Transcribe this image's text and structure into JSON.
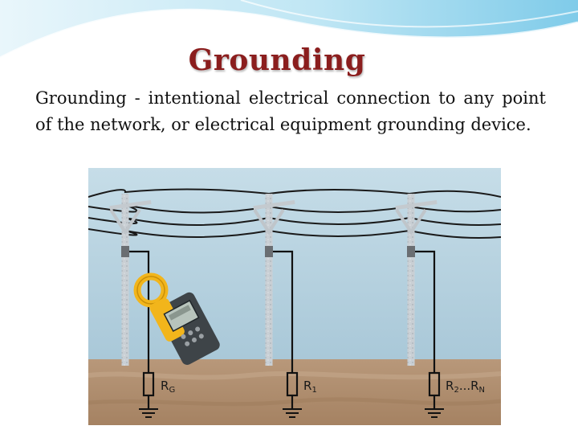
{
  "slide": {
    "title": "Grounding",
    "body": "Grounding - intentional electrical connection to any point of the network, or electrical equipment grounding device."
  },
  "diagram": {
    "resistors": [
      {
        "label": "R",
        "sub": "G"
      },
      {
        "label": "R",
        "sub": "1"
      },
      {
        "label": "R",
        "sub": "2",
        "mid": "...R",
        "sub2": "N"
      }
    ],
    "meter_icon": "clamp-meter-icon",
    "colors": {
      "sky": "#b9d4e2",
      "ground": "#b08f6f",
      "wire": "#111111",
      "clamp": "#f2b51b"
    }
  }
}
